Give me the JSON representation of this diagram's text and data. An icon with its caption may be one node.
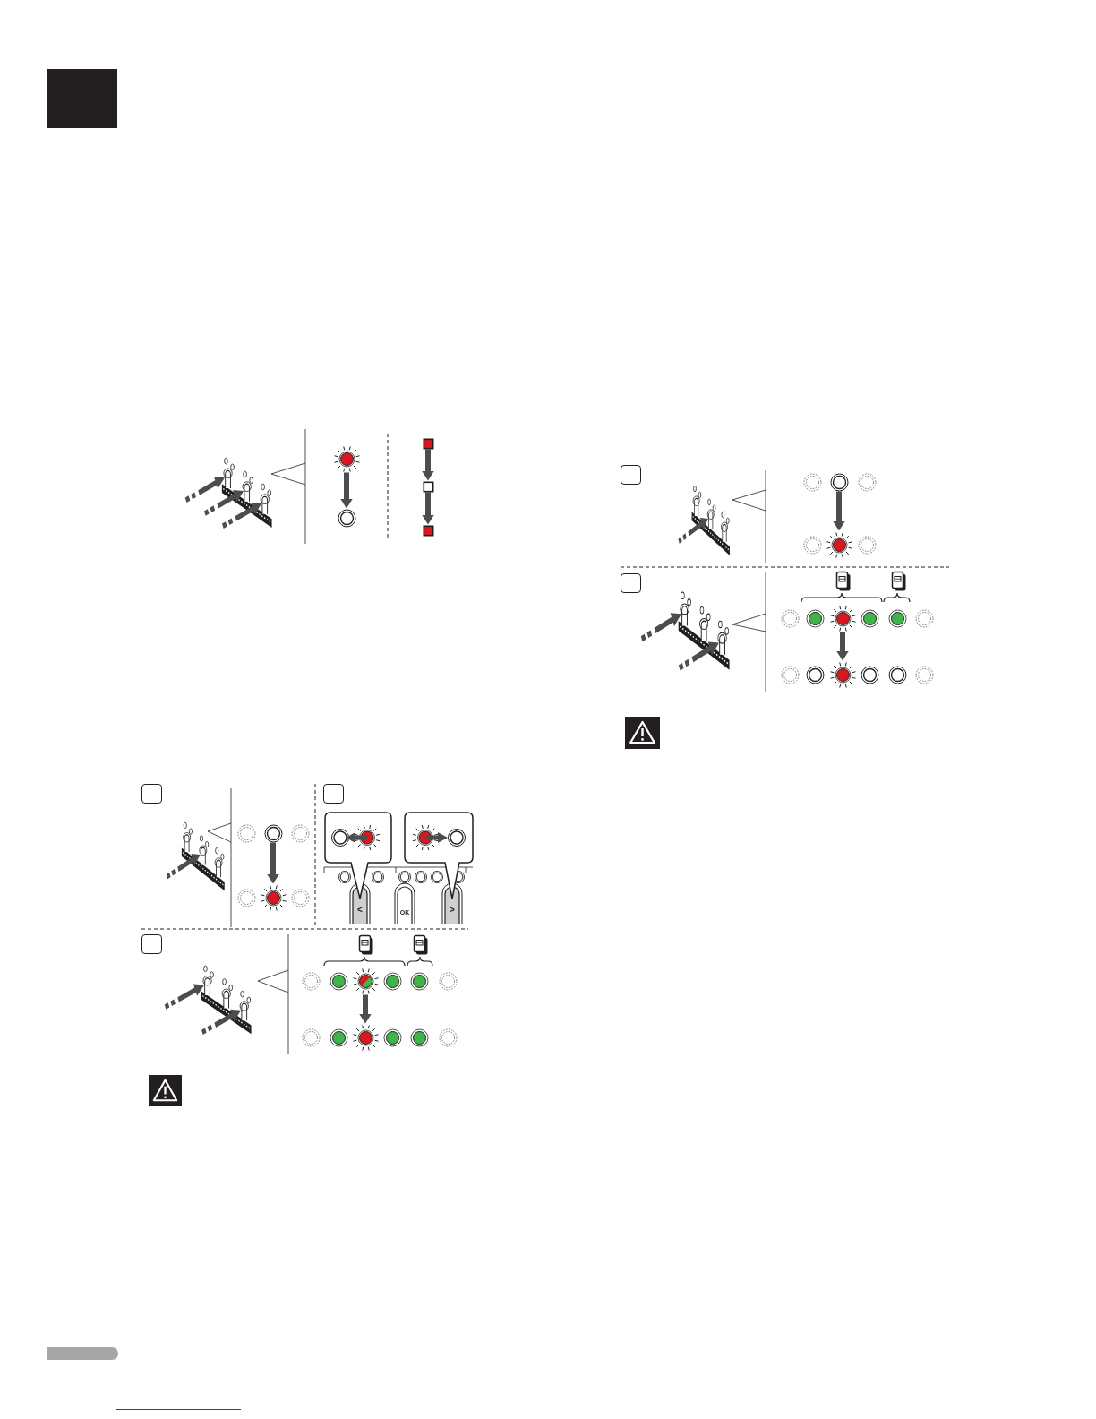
{
  "diagram": {
    "nodes": [
      {
        "text": [],
        "shape": "box"
      },
      {
        "text": [],
        "shape": "circle"
      },
      {
        "text": [],
        "shape": "circle"
      },
      {
        "text": [],
        "shape": "box"
      },
      {
        "text": [],
        "shape": "box"
      },
      {
        "text": [],
        "shape": "box"
      },
      {
        "text": [],
        "shape": "circle"
      },
      {
        "text": [],
        "shape": "circle"
      },
      {
        "text": [],
        "shape": "circle"
      },
      {
        "text": [],
        "shape": "circle"
      },
      {
        "text": [],
        "shape": "circle"
      },
      {
        "text": [],
        "shape": "circle"
      },
      {
        "text": [],
        "shape": "circle"
      },
      {
        "text": [],
        "shape": "circle"
      }
    ],
    "edges": [
      {
        "from": 1,
        "to": 2,
        "arrow": "to"
      },
      {
        "from": 3,
        "to": 4,
        "arrow": "to"
      },
      {
        "from": 4,
        "to": 5,
        "arrow": "to"
      },
      {
        "from": 6,
        "to": 7,
        "arrow": "to"
      },
      {
        "from": 8,
        "to": 9,
        "arrow": "to"
      },
      {
        "from": 10,
        "to": 11,
        "arrow": "to"
      },
      {
        "from": 12,
        "to": 13,
        "arrow": "to"
      }
    ],
    "labels": [
      "<",
      "OK",
      ">"
    ]
  }
}
